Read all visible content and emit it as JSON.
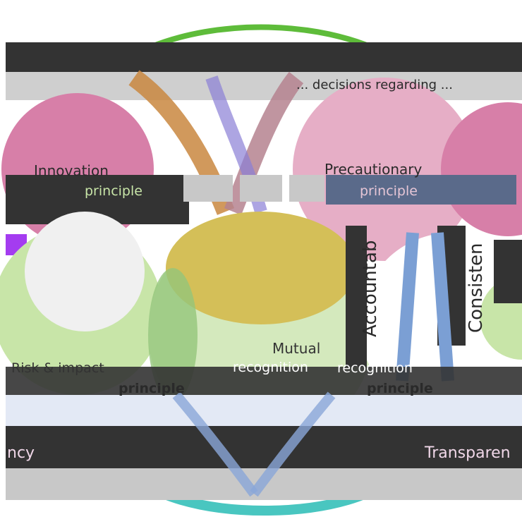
{
  "labels": {
    "top_right": "... decisions regarding ...",
    "innovation": "Innovation",
    "innovation_principle": "principle",
    "precautionary": "Precautionary",
    "precautionary_principle": "principle",
    "mutual": "Mutual",
    "risk_impact": "Risk & impact",
    "risk_principle": "principle",
    "mutual_recognition": "recognition",
    "recognition_right": "recognition",
    "recognition_principle": "principle",
    "accountability": "Accountab",
    "consistency": "Consisten",
    "transparency_left": "ncy",
    "transparency_right": "Transparen"
  },
  "colors": {
    "pink": "#d77fa8",
    "pink_light": "#e6aec6",
    "green_light": "#c8e5a8",
    "olive": "#d4bf58",
    "dark": "#333333",
    "steel": "#5a6a8a",
    "gray": "#c8c8c8",
    "purple": "#a43cf0",
    "blue": "#7b9fd4",
    "green_ring": "#5ebc3a",
    "teal": "#49c6c0"
  }
}
